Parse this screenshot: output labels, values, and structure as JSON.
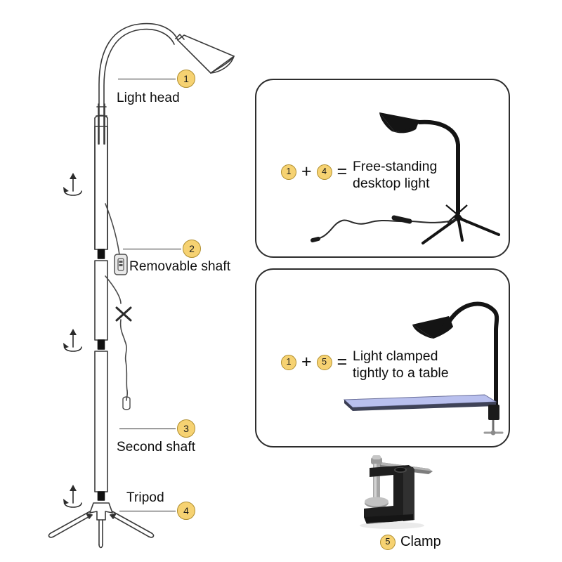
{
  "document": {
    "type": "product-assembly-diagram",
    "subject": "Gooseneck LED floor / desk lamp parts and configurations",
    "background_color": "#ffffff"
  },
  "colors": {
    "badge_fill": "#f6d272",
    "badge_stroke": "#b08e2e",
    "line": "#2b2b2b",
    "panel_border": "#2d2d2d",
    "lamp_black": "#111111",
    "table_surface": "#b9c0ee",
    "outline_gray": "#4a4a4a"
  },
  "parts": [
    {
      "number": "1",
      "label": "Light head"
    },
    {
      "number": "2",
      "label": "Removable shaft"
    },
    {
      "number": "3",
      "label": "Second shaft"
    },
    {
      "number": "4",
      "label": "Tripod"
    },
    {
      "number": "5",
      "label": "Clamp"
    }
  ],
  "exploded_view": {
    "name": "floor-lamp-exploded-view",
    "callouts": [
      {
        "number": "1",
        "label": "Light head"
      },
      {
        "number": "2",
        "label": "Removable shaft"
      },
      {
        "number": "3",
        "label": "Second shaft"
      },
      {
        "number": "4",
        "label": "Tripod"
      }
    ],
    "rotation_markers": 3
  },
  "configurations": [
    {
      "id": "free-standing",
      "operands": [
        "1",
        "4"
      ],
      "plus": "+",
      "equals": "=",
      "result": "Free-standing\ndesktop light"
    },
    {
      "id": "clamped",
      "operands": [
        "1",
        "5"
      ],
      "plus": "+",
      "equals": "=",
      "result": "Light clamped\ntightly to a table"
    }
  ],
  "clamp_photo": {
    "badge": "5",
    "label": "Clamp"
  }
}
